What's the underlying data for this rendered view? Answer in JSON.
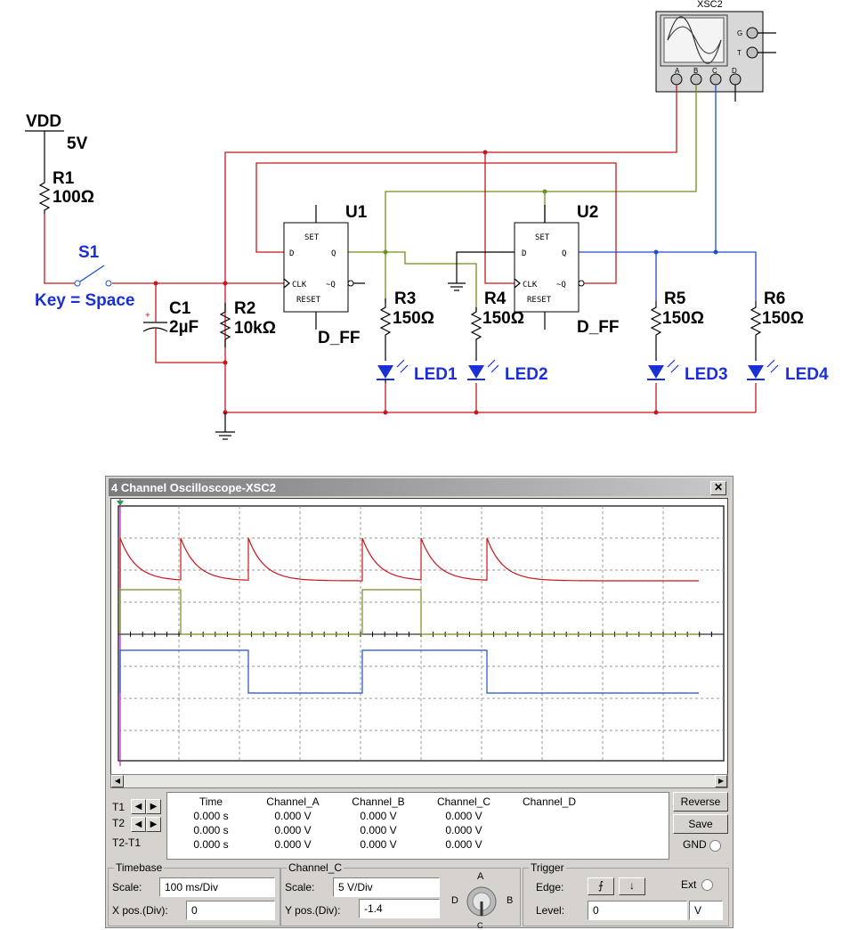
{
  "schematic": {
    "xsc2_label": "XSC2",
    "scope_pins": {
      "g": "G",
      "t": "T",
      "a": "A",
      "b": "B",
      "c": "C",
      "d": "D"
    },
    "vdd": {
      "name": "VDD",
      "value": "5V"
    },
    "r1": {
      "name": "R1",
      "value": "100Ω"
    },
    "s1": {
      "name": "S1",
      "key": "Key = Space"
    },
    "c1": {
      "name": "C1",
      "value": "2µF",
      "plus": "+"
    },
    "r2": {
      "name": "R2",
      "value": "10kΩ"
    },
    "u1": {
      "name": "U1",
      "type": "D_FF",
      "set": "SET",
      "d": "D",
      "q": "Q",
      "clk": "CLK",
      "nq": "~Q",
      "reset": "RESET"
    },
    "u2": {
      "name": "U2",
      "type": "D_FF",
      "set": "SET",
      "d": "D",
      "q": "Q",
      "clk": "CLK",
      "nq": "~Q",
      "reset": "RESET"
    },
    "r3": {
      "name": "R3",
      "value": "150Ω"
    },
    "r4": {
      "name": "R4",
      "value": "150Ω"
    },
    "r5": {
      "name": "R5",
      "value": "150Ω"
    },
    "r6": {
      "name": "R6",
      "value": "150Ω"
    },
    "led1": "LED1",
    "led2": "LED2",
    "led3": "LED3",
    "led4": "LED4",
    "colors": {
      "wire_a": "#c8171c",
      "wire_b": "#6f8f1e",
      "wire_c": "#1e4fc4",
      "label_blue": "#1a2fd6"
    }
  },
  "scope": {
    "title": "4 Channel Oscilloscope-XSC2",
    "close_icon": "close-icon",
    "measurements": {
      "headers": [
        "Time",
        "Channel_A",
        "Channel_B",
        "Channel_C",
        "Channel_D"
      ],
      "rows": [
        {
          "label": "T1",
          "values": [
            "0.000 s",
            "0.000 V",
            "0.000 V",
            "0.000 V",
            ""
          ]
        },
        {
          "label": "T2",
          "values": [
            "0.000 s",
            "0.000 V",
            "0.000 V",
            "0.000 V",
            ""
          ]
        },
        {
          "label": "T2-T1",
          "values": [
            "0.000 s",
            "0.000 V",
            "0.000 V",
            "0.000 V",
            ""
          ]
        }
      ]
    },
    "buttons": {
      "reverse": "Reverse",
      "save": "Save",
      "gnd": "GND"
    },
    "timebase": {
      "title": "Timebase",
      "scale_label": "Scale:",
      "scale_value": "100 ms/Div",
      "xpos_label": "X pos.(Div):",
      "xpos_value": "0"
    },
    "channel": {
      "title": "Channel_C",
      "scale_label": "Scale:",
      "scale_value": "5  V/Div",
      "ypos_label": "Y pos.(Div):",
      "ypos_value": "-1.4",
      "knob": {
        "a": "A",
        "b": "B",
        "c": "C",
        "d": "D"
      }
    },
    "trigger": {
      "title": "Trigger",
      "edge_label": "Edge:",
      "level_label": "Level:",
      "level_value": "0",
      "level_unit": "V",
      "ext_label": "Ext"
    }
  }
}
